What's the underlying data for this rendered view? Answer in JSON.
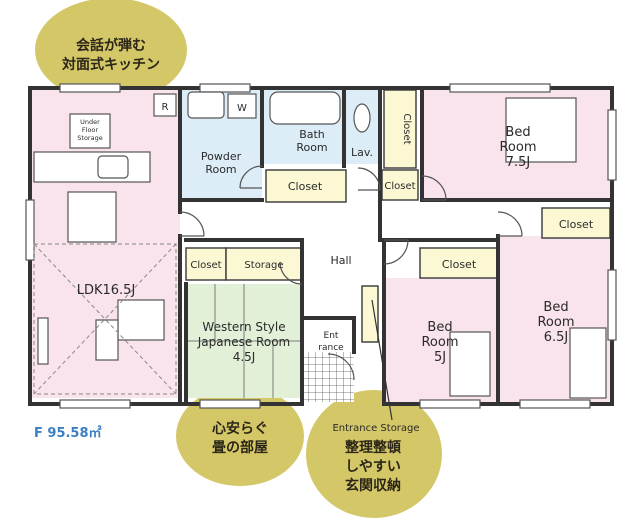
{
  "bubbles": {
    "kitchen": {
      "line1": "会話が弾む",
      "line2": "対面式キッチン"
    },
    "tatami": {
      "line1": "心安らぐ",
      "line2": "畳の部屋"
    },
    "entrance": {
      "caption": "Entrance Storage",
      "line1": "整理整頓",
      "line2": "しやすい",
      "line3": "玄関収納"
    }
  },
  "area": {
    "label": "F 95.58㎡"
  },
  "rooms": {
    "under_floor": {
      "line1": "Under",
      "line2": "Floor",
      "line3": "Storage"
    },
    "refrigerator": {
      "label": "R"
    },
    "washer": {
      "label": "W"
    },
    "powder": {
      "line1": "Powder",
      "line2": "Room"
    },
    "bath": {
      "line1": "Bath",
      "line2": "Room"
    },
    "lav": {
      "label": "Lav."
    },
    "closet_vertical": {
      "label": "Closet"
    },
    "closet_hall_center": {
      "label": "Closet"
    },
    "closet_hall_right": {
      "label": "Closet"
    },
    "bed1": {
      "line1": "Bed",
      "line2": "Room",
      "line3": "7.5J"
    },
    "closet_bed2": {
      "label": "Closet"
    },
    "closet_bed3": {
      "label": "Closet"
    },
    "bed2": {
      "line1": "Bed",
      "line2": "Room",
      "line3": "6.5J"
    },
    "bed3": {
      "line1": "Bed",
      "line2": "Room",
      "line3": "5J"
    },
    "hall": {
      "label": "Hall"
    },
    "ldk": {
      "label": "LDK16.5J"
    },
    "closet_small": {
      "label": "Closet"
    },
    "storage": {
      "label": "Storage"
    },
    "japanese": {
      "line1": "Western Style",
      "line2": "Japanese Room",
      "line3": "4.5J"
    },
    "entrance": {
      "line1": "Ent",
      "line2": "rance"
    }
  },
  "colors": {
    "pink_room": "#f9e3ec",
    "blue_room": "#dcedf8",
    "tatami": "#e2f0d8",
    "closet": "#fbf8d3",
    "bubble": "#d4c768",
    "wall": "#333333",
    "area_text": "#3a7fc4"
  }
}
